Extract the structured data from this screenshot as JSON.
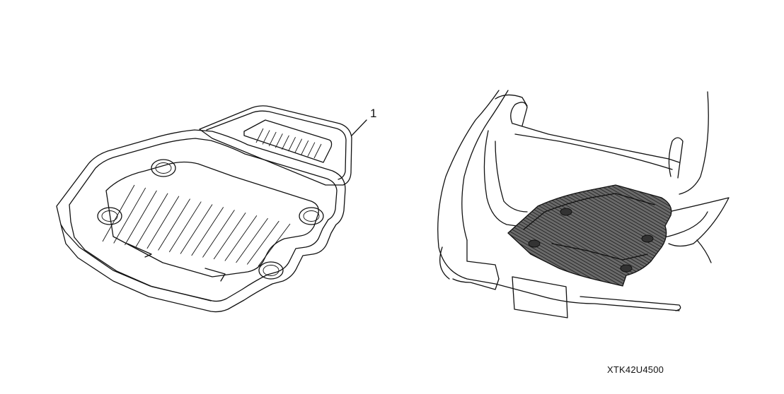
{
  "diagram": {
    "callout_number": "1",
    "figure_code": "XTK42U4500",
    "mat_rib_count": 15,
    "trunk_rib_count": 10,
    "ink_color": "#111111",
    "mat_fill_color": "#ffffff",
    "installed_mat_color": "#555555"
  }
}
